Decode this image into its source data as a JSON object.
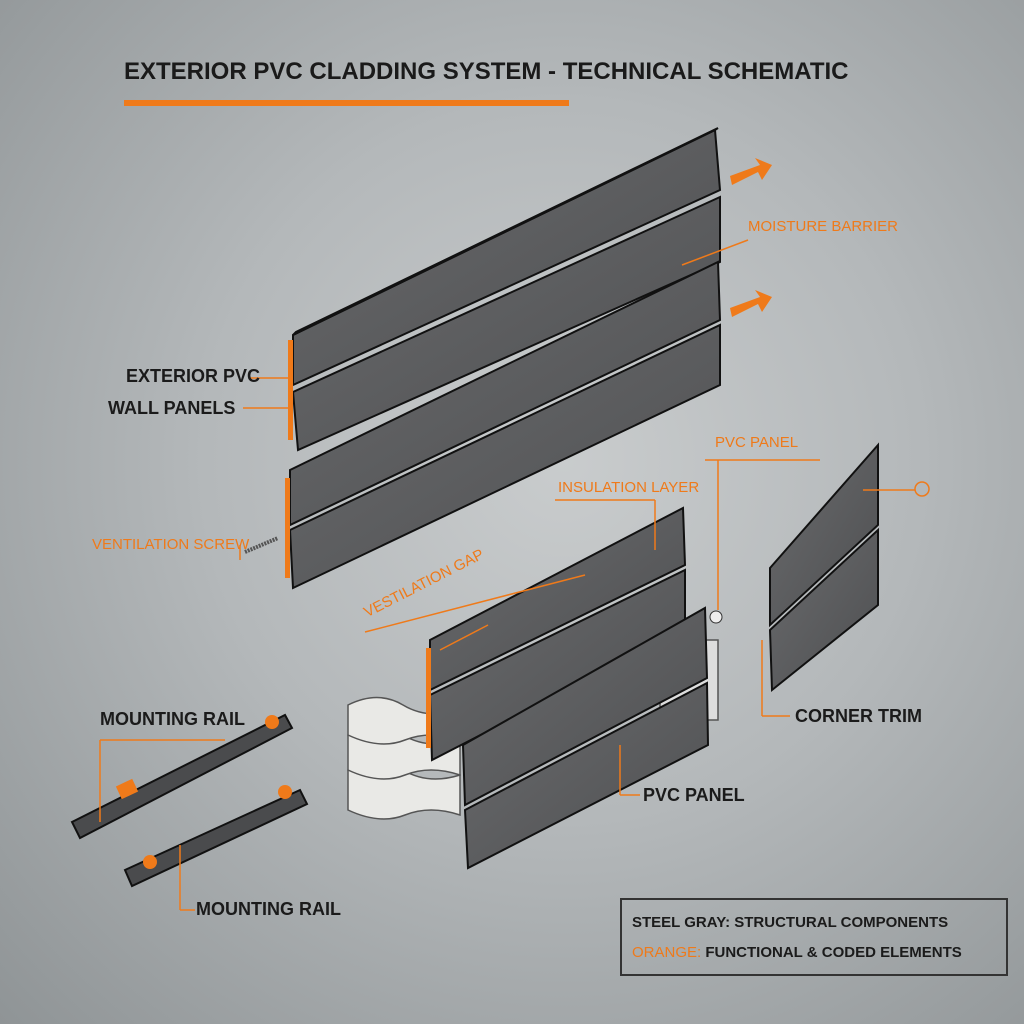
{
  "title": "EXTERIOR PVC CLADDING SYSTEM - TECHNICAL SCHEMATIC",
  "labels": {
    "moisture_barrier": "MOISTURE BARRIER",
    "exterior_pvc_1": "EXTERIOR PVC",
    "exterior_pvc_2": "WALL PANELS",
    "ventilation_screw": "VENTILATION SCREW",
    "pvc_panel_top": "PVC PANEL",
    "insulation_layer": "INSULATION LAYER",
    "ventilation_gap": "VESTILATION GAP",
    "mounting_rail_1": "MOUNTING RAIL",
    "mounting_rail_2": "MOUNTING RAIL",
    "corner_trim": "CORNER TRIM",
    "pvc_panel_bottom": "PVC PANEL"
  },
  "legend": {
    "steel": "STEEL GRAY: STRUCTURAL COMPONENTS",
    "orange_key": "ORANGE:",
    "orange_text": "FUNCTIONAL & CODED ELEMENTS"
  },
  "colors": {
    "accent": "#ef7a1a",
    "panel": "#5e5f61",
    "ink": "#1b1b1b"
  }
}
